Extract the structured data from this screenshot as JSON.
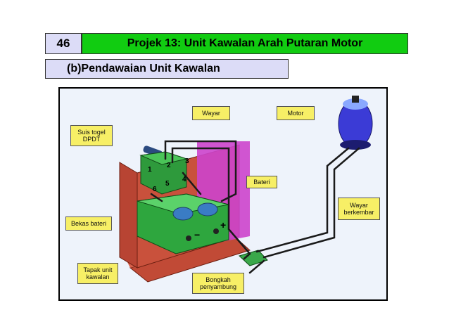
{
  "header": {
    "slide_number": "46",
    "title": "Projek 13: Unit Kawalan Arah Putaran Motor",
    "subtitle": "(b)Pendawaian Unit Kawalan"
  },
  "diagram": {
    "labels": {
      "wayar": "Wayar",
      "motor": "Motor",
      "suis_togel": "Suis togel\nDPDT",
      "bateri": "Bateri",
      "bekas_bateri": "Bekas bateri",
      "wayar_berkembar": "Wayar\nberkembar",
      "tapak_unit": "Tapak unit\nkawalan",
      "bongkah": "Bongkah\npenyambung"
    },
    "terminal_numbers": [
      "1",
      "2",
      "3",
      "4",
      "5",
      "6"
    ],
    "battery_signs": {
      "negative": "−",
      "positive": "+"
    }
  }
}
